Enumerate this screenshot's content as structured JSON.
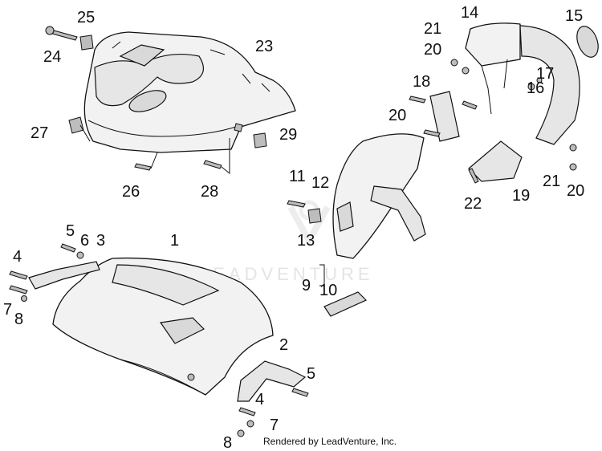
{
  "callouts": {
    "n1": "1",
    "n2": "2",
    "n3": "3",
    "n4a": "4",
    "n4b": "4",
    "n5a": "5",
    "n5b": "5",
    "n6": "6",
    "n7a": "7",
    "n7b": "7",
    "n8a": "8",
    "n8b": "8",
    "n9": "9",
    "n10": "10",
    "n11": "11",
    "n12": "12",
    "n13": "13",
    "n14": "14",
    "n15": "15",
    "n16": "16",
    "n17": "17",
    "n18": "18",
    "n19": "19",
    "n20a": "20",
    "n20b": "20",
    "n20c": "20",
    "n21a": "21",
    "n21b": "21",
    "n22": "22",
    "n23": "23",
    "n24": "24",
    "n25": "25",
    "n26": "26",
    "n27": "27",
    "n28": "28",
    "n29": "29"
  },
  "watermark": "LEADVENTURE",
  "footer": "Rendered by LeadVenture, Inc."
}
